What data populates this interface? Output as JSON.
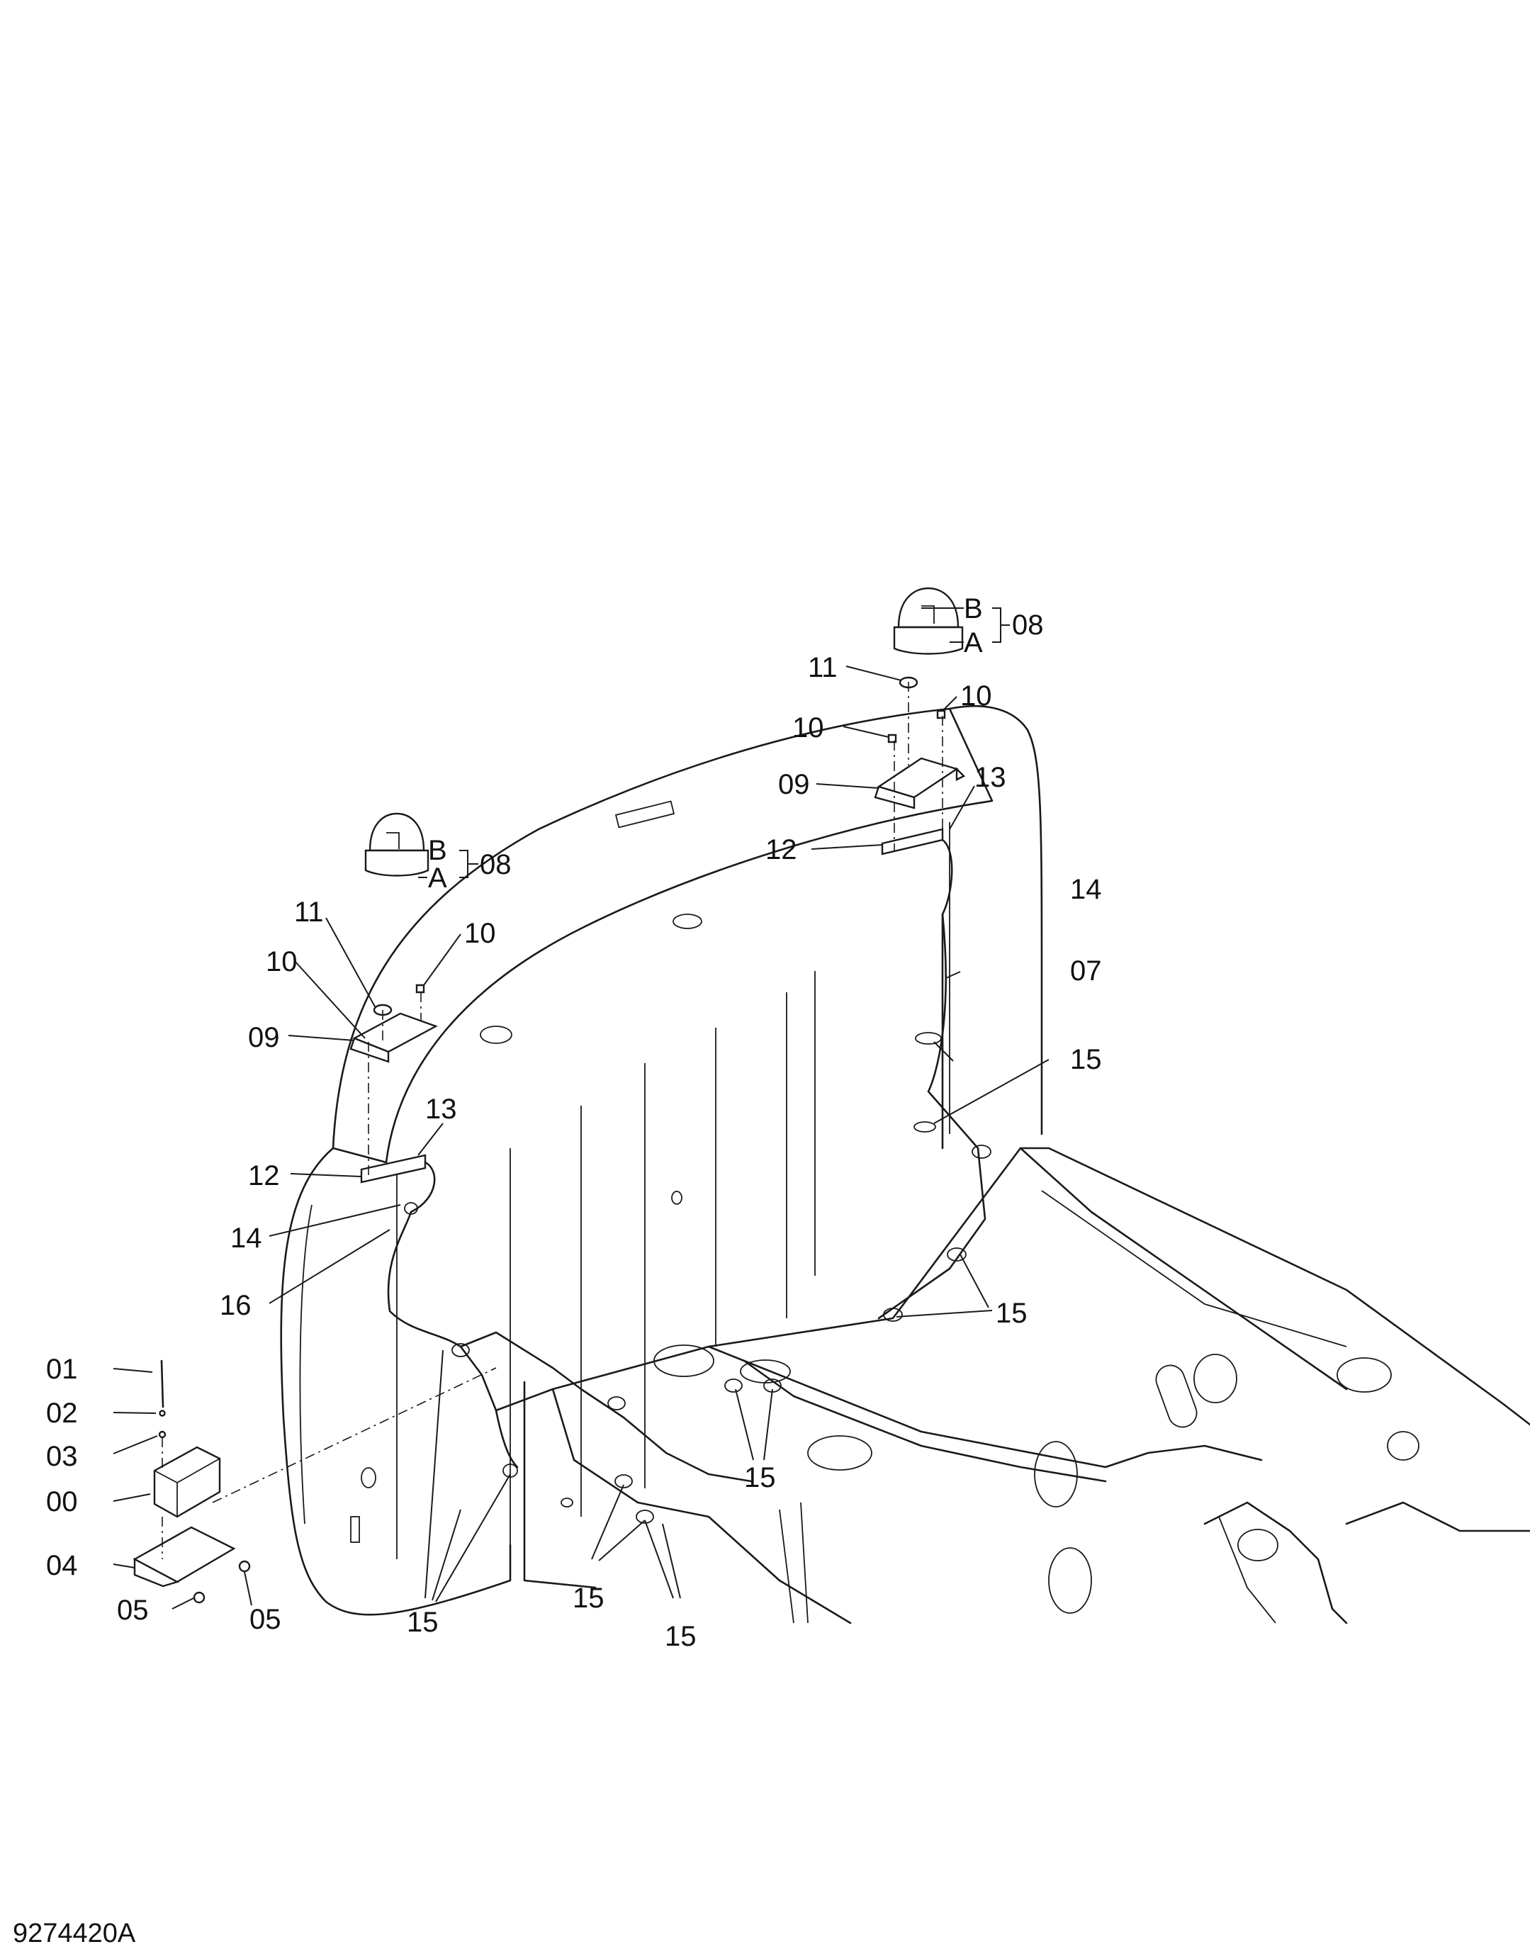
{
  "figure_id": "9274420A",
  "labels": {
    "l00": "00",
    "l01": "01",
    "l02": "02",
    "l03": "03",
    "l04": "04",
    "l05a": "05",
    "l05b": "05",
    "l07": "07",
    "l08a": "08",
    "l08b": "08",
    "l09a": "09",
    "l09b": "09",
    "l10a": "10",
    "l10b": "10",
    "l10c": "10",
    "l10d": "10",
    "l11a": "11",
    "l11b": "11",
    "l12a": "12",
    "l12b": "12",
    "l13a": "13",
    "l13b": "13",
    "l14a": "14",
    "l14b": "14",
    "l15a": "15",
    "l15b": "15",
    "l15c": "15",
    "l15d": "15",
    "l15e": "15",
    "l15f": "15",
    "l16": "16",
    "la1": "A",
    "lb1": "B",
    "la2": "A",
    "lb2": "B"
  }
}
